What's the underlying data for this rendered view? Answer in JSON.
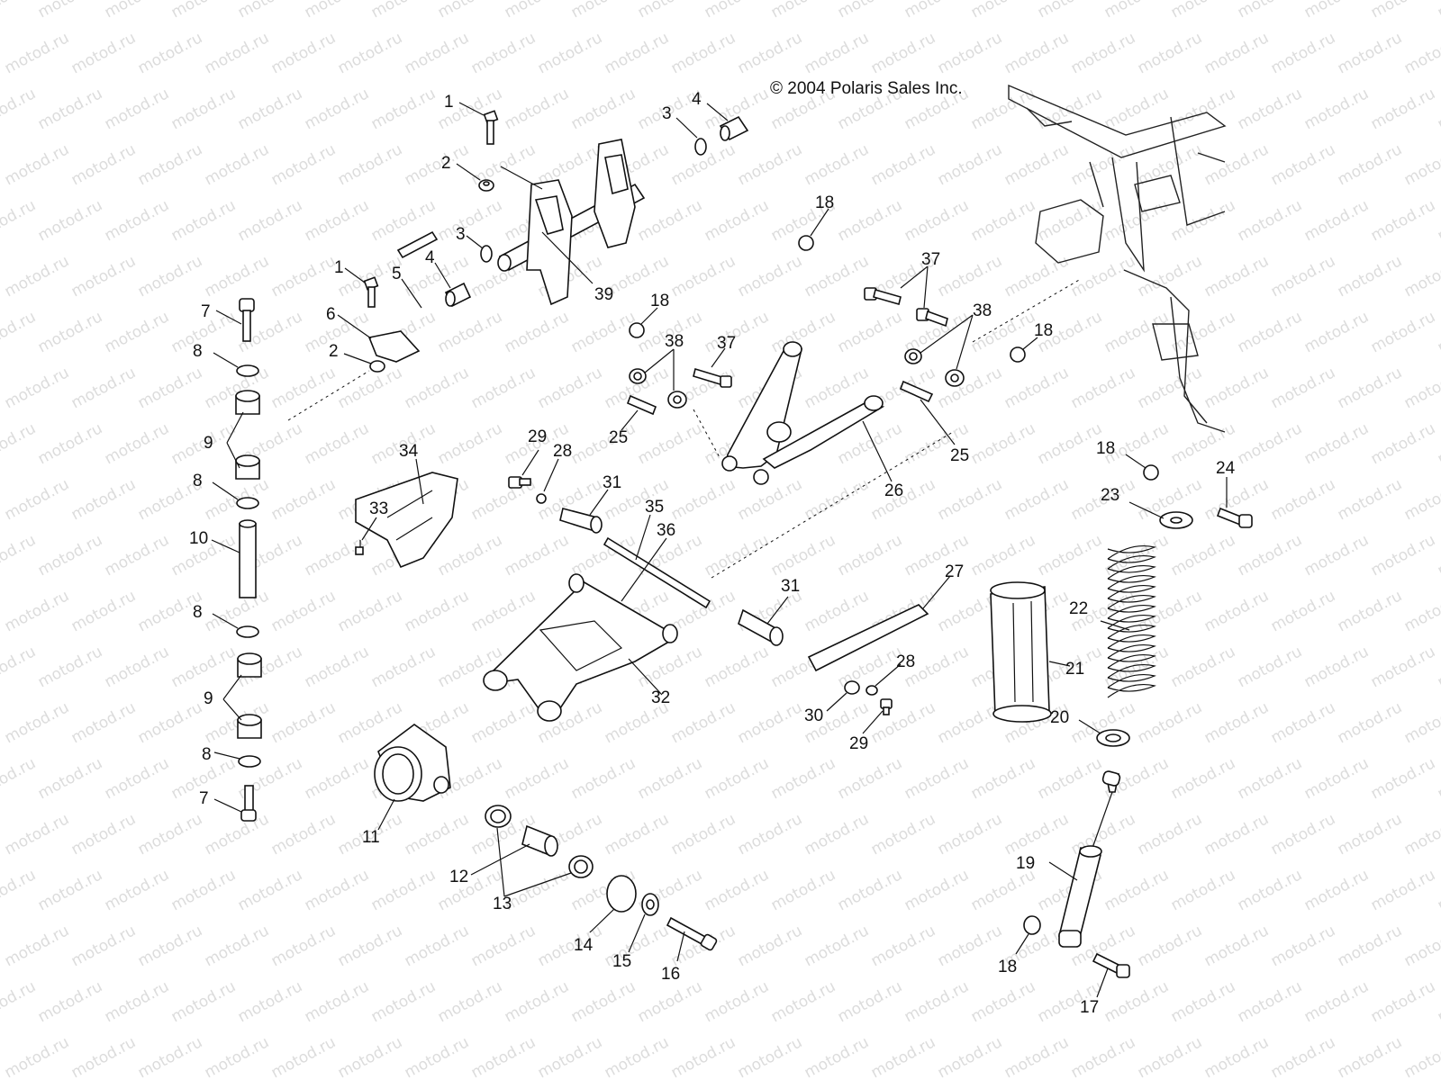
{
  "copyright": "© 2004 Polaris Sales Inc.",
  "watermark": "motod.ru",
  "callouts": [
    {
      "id": "c1a",
      "text": "1"
    },
    {
      "id": "c1b",
      "text": "1"
    },
    {
      "id": "c2a",
      "text": "2"
    },
    {
      "id": "c2b",
      "text": "2"
    },
    {
      "id": "c3a",
      "text": "3"
    },
    {
      "id": "c3b",
      "text": "3"
    },
    {
      "id": "c4a",
      "text": "4"
    },
    {
      "id": "c4b",
      "text": "4"
    },
    {
      "id": "c5",
      "text": "5"
    },
    {
      "id": "c6",
      "text": "6"
    },
    {
      "id": "c7a",
      "text": "7"
    },
    {
      "id": "c7b",
      "text": "7"
    },
    {
      "id": "c8a",
      "text": "8"
    },
    {
      "id": "c8b",
      "text": "8"
    },
    {
      "id": "c8c",
      "text": "8"
    },
    {
      "id": "c8d",
      "text": "8"
    },
    {
      "id": "c9a",
      "text": "9"
    },
    {
      "id": "c9b",
      "text": "9"
    },
    {
      "id": "c10",
      "text": "10"
    },
    {
      "id": "c11",
      "text": "11"
    },
    {
      "id": "c12",
      "text": "12"
    },
    {
      "id": "c13",
      "text": "13"
    },
    {
      "id": "c14",
      "text": "14"
    },
    {
      "id": "c15",
      "text": "15"
    },
    {
      "id": "c16",
      "text": "16"
    },
    {
      "id": "c17",
      "text": "17"
    },
    {
      "id": "c18a",
      "text": "18"
    },
    {
      "id": "c18b",
      "text": "18"
    },
    {
      "id": "c18c",
      "text": "18"
    },
    {
      "id": "c18d",
      "text": "18"
    },
    {
      "id": "c18e",
      "text": "18"
    },
    {
      "id": "c19",
      "text": "19"
    },
    {
      "id": "c20",
      "text": "20"
    },
    {
      "id": "c21",
      "text": "21"
    },
    {
      "id": "c22",
      "text": "22"
    },
    {
      "id": "c23",
      "text": "23"
    },
    {
      "id": "c24",
      "text": "24"
    },
    {
      "id": "c25a",
      "text": "25"
    },
    {
      "id": "c25b",
      "text": "25"
    },
    {
      "id": "c26",
      "text": "26"
    },
    {
      "id": "c27",
      "text": "27"
    },
    {
      "id": "c28a",
      "text": "28"
    },
    {
      "id": "c28b",
      "text": "28"
    },
    {
      "id": "c29a",
      "text": "29"
    },
    {
      "id": "c29b",
      "text": "29"
    },
    {
      "id": "c30",
      "text": "30"
    },
    {
      "id": "c31a",
      "text": "31"
    },
    {
      "id": "c31b",
      "text": "31"
    },
    {
      "id": "c32",
      "text": "32"
    },
    {
      "id": "c33",
      "text": "33"
    },
    {
      "id": "c34",
      "text": "34"
    },
    {
      "id": "c35",
      "text": "35"
    },
    {
      "id": "c36",
      "text": "36"
    },
    {
      "id": "c37a",
      "text": "37"
    },
    {
      "id": "c37b",
      "text": "37"
    },
    {
      "id": "c38a",
      "text": "38"
    },
    {
      "id": "c38b",
      "text": "38"
    },
    {
      "id": "c39",
      "text": "39"
    }
  ]
}
